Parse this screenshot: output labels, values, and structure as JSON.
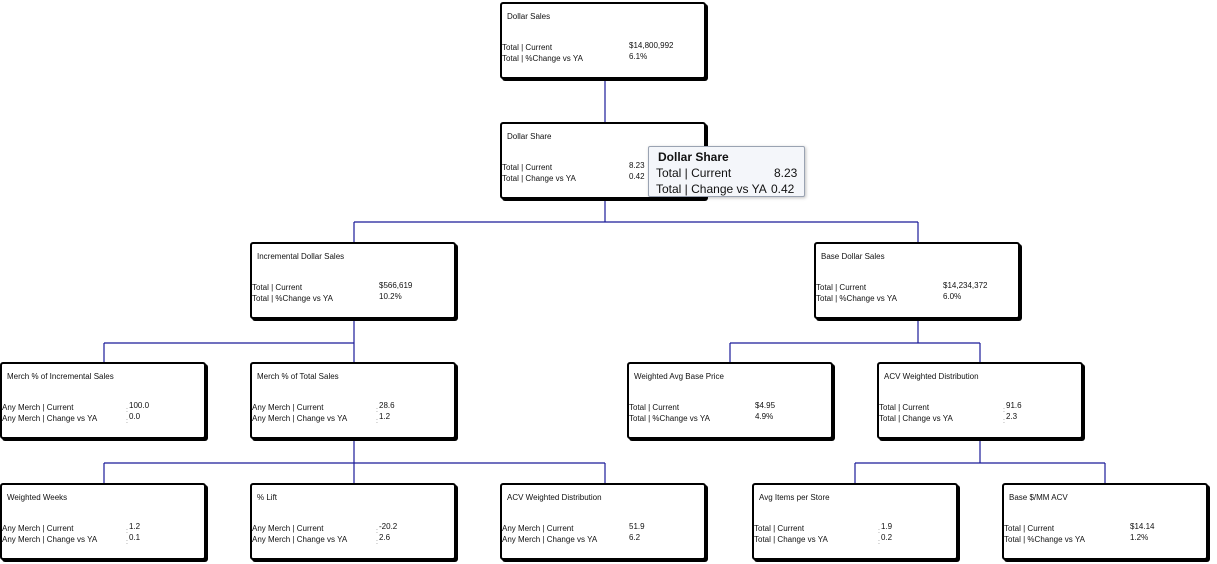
{
  "colors": {
    "connector": "#1a1a99",
    "border": "#000000",
    "tooltip_bg": "#f4f6fa"
  },
  "nodes": {
    "dollar_sales": {
      "title": "Dollar Sales",
      "row1_label": "Total | Current",
      "row1_value": "$14,800,992",
      "row2_label": "Total | %Change vs YA",
      "row2_value": "6.1%"
    },
    "dollar_share": {
      "title": "Dollar Share",
      "row1_label": "Total | Current",
      "row1_value": "8.23",
      "row2_label": "Total | Change vs YA",
      "row2_value": "0.42"
    },
    "incremental_dollar_sales": {
      "title": "Incremental Dollar Sales",
      "row1_label": "Total | Current",
      "row1_value": "$566,619",
      "row2_label": "Total | %Change vs YA",
      "row2_value": "10.2%"
    },
    "base_dollar_sales": {
      "title": "Base Dollar Sales",
      "row1_label": "Total | Current",
      "row1_value": "$14,234,372",
      "row2_label": "Total | %Change vs YA",
      "row2_value": "6.0%"
    },
    "merch_pct_incremental": {
      "title": "Merch % of Incremental Sales",
      "row1_label": "Any Merch | Current",
      "row1_value": "100.0",
      "row2_label": "Any Merch | Change vs YA",
      "row2_value": "0.0"
    },
    "merch_pct_total": {
      "title": "Merch % of Total Sales",
      "row1_label": "Any Merch | Current",
      "row1_value": "28.6",
      "row2_label": "Any Merch | Change vs YA",
      "row2_value": "1.2"
    },
    "weighted_avg_base_price": {
      "title": "Weighted Avg Base Price",
      "row1_label": "Total | Current",
      "row1_value": "$4.95",
      "row2_label": "Total | %Change vs YA",
      "row2_value": "4.9%"
    },
    "acv_weighted_distribution_total": {
      "title": "ACV Weighted Distribution",
      "row1_label": "Total | Current",
      "row1_value": "91.6",
      "row2_label": "Total | Change vs YA",
      "row2_value": "2.3"
    },
    "weighted_weeks": {
      "title": "Weighted Weeks",
      "row1_label": "Any Merch | Current",
      "row1_value": "1.2",
      "row2_label": "Any Merch | Change vs YA",
      "row2_value": "0.1"
    },
    "pct_lift": {
      "title": "% Lift",
      "row1_label": "Any Merch | Current",
      "row1_value": "-20.2",
      "row2_label": "Any Merch | Change vs YA",
      "row2_value": "2.6"
    },
    "acv_weighted_distribution_merch": {
      "title": "ACV Weighted Distribution",
      "row1_label": "Any Merch | Current",
      "row1_value": "51.9",
      "row2_label": "Any Merch | Change vs YA",
      "row2_value": "6.2"
    },
    "avg_items_per_store": {
      "title": "Avg Items per Store",
      "row1_label": "Total | Current",
      "row1_value": "1.9",
      "row2_label": "Total | Change vs YA",
      "row2_value": "0.2"
    },
    "base_per_mm_acv": {
      "title": "Base $/MM ACV",
      "row1_label": "Total | Current",
      "row1_value": "$14.14",
      "row2_label": "Total | %Change vs YA",
      "row2_value": "1.2%"
    }
  },
  "tooltip": {
    "title": "Dollar Share",
    "row1_label": "Total | Current",
    "row1_value": "8.23",
    "row2_label": "Total | Change vs YA",
    "row2_value": "0.42"
  }
}
